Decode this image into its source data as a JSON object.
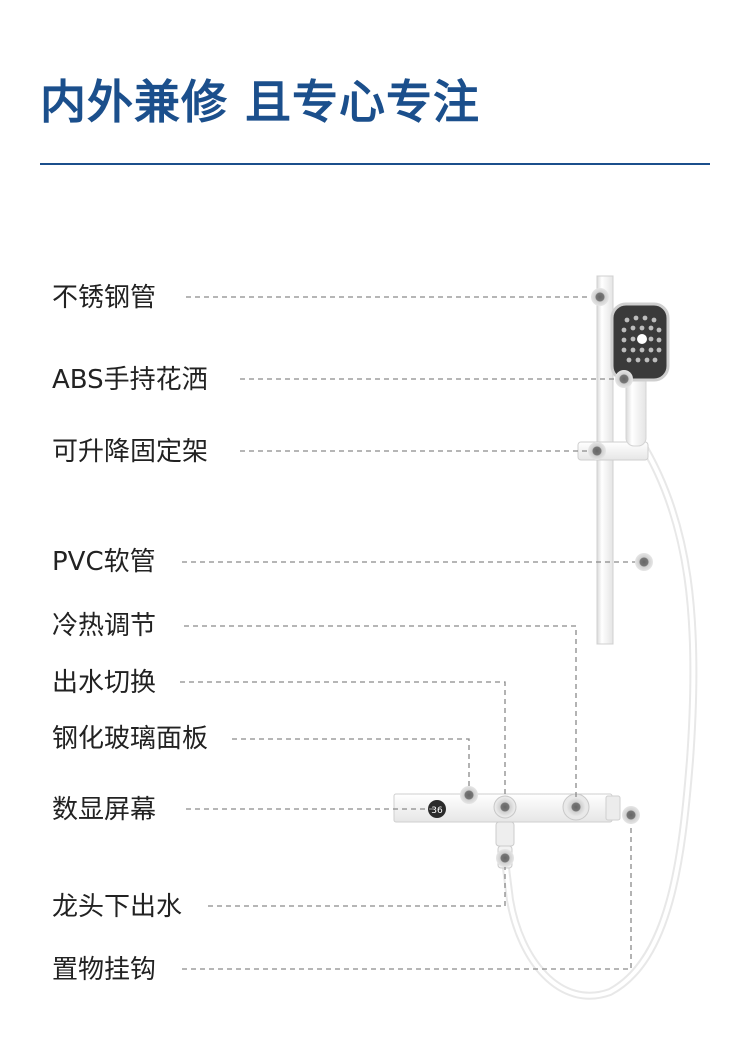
{
  "title": "内外兼修 且专心专注",
  "labels": [
    "不锈钢管",
    "ABS手持花洒",
    "可升降固定架",
    "PVC软管",
    "冷热调节",
    "出水切换",
    "钢化玻璃面板",
    "数显屏幕",
    "龙头下出水",
    "置物挂钩"
  ],
  "display": {
    "temperature": "36"
  },
  "colors": {
    "title": "#1b4f8c",
    "leader": "#8a8a8a",
    "dot": "#7a7a7a"
  }
}
